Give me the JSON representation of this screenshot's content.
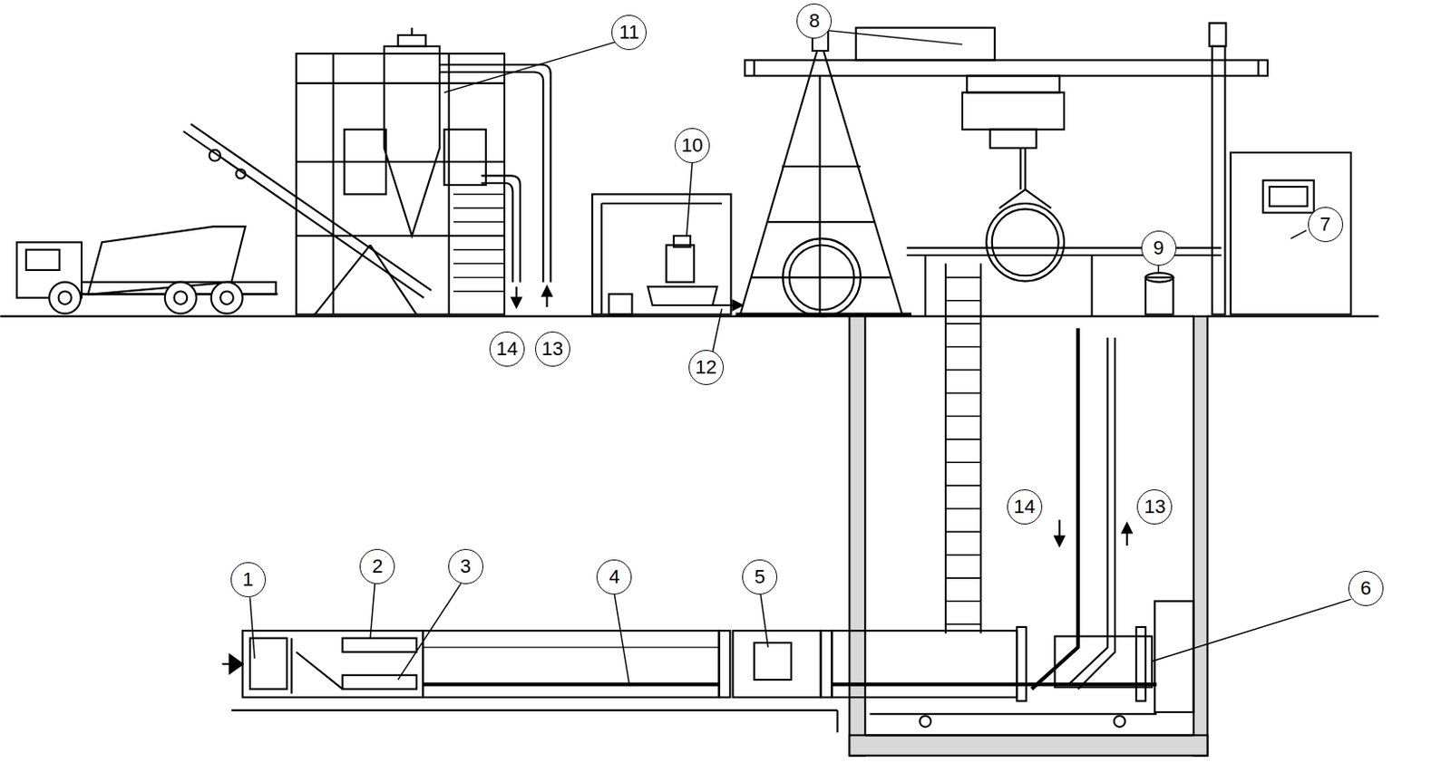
{
  "diagram": {
    "nodes": [
      {
        "text": [
          "11"
        ]
      },
      {
        "text": [
          "8"
        ]
      },
      {
        "text": [
          "10"
        ]
      },
      {
        "text": [
          "9"
        ]
      },
      {
        "text": [
          "7"
        ]
      },
      {
        "text": [
          "14"
        ]
      },
      {
        "text": [
          "13"
        ]
      },
      {
        "text": [
          "12"
        ]
      },
      {
        "text": [
          "14"
        ]
      },
      {
        "text": [
          "13"
        ]
      },
      {
        "text": [
          "1"
        ]
      },
      {
        "text": [
          "2"
        ]
      },
      {
        "text": [
          "3"
        ]
      },
      {
        "text": [
          "4"
        ]
      },
      {
        "text": [
          "5"
        ]
      },
      {
        "text": [
          "6"
        ]
      }
    ]
  }
}
